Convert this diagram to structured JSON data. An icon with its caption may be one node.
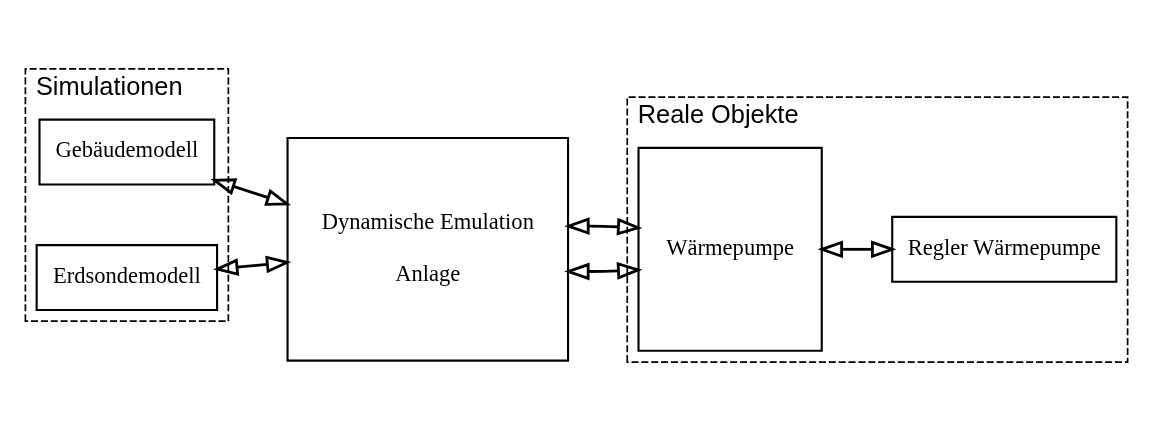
{
  "diagram": {
    "nodes": [
      {
        "text": [
          "Simulationen"
        ]
      },
      {
        "text": [
          "Gebäudemodell"
        ],
        "in": 0
      },
      {
        "text": [
          "Erdsondemodell"
        ],
        "in": 0
      },
      {
        "text": [
          "Dynamische Emulation",
          "Anlage"
        ]
      },
      {
        "text": [
          "Reale Objekte"
        ]
      },
      {
        "text": [
          "Wärmepumpe"
        ],
        "in": 4
      },
      {
        "text": [
          "Regler Wärmepumpe"
        ],
        "in": 4
      }
    ],
    "edges": [
      {
        "from": 1,
        "to": 3,
        "arrow": "both"
      },
      {
        "from": 2,
        "to": 3,
        "arrow": "both"
      },
      {
        "from": 3,
        "to": 5,
        "arrow": "both"
      },
      {
        "from": 3,
        "to": 5,
        "arrow": "both"
      },
      {
        "from": 5,
        "to": 6,
        "arrow": "both"
      }
    ]
  }
}
